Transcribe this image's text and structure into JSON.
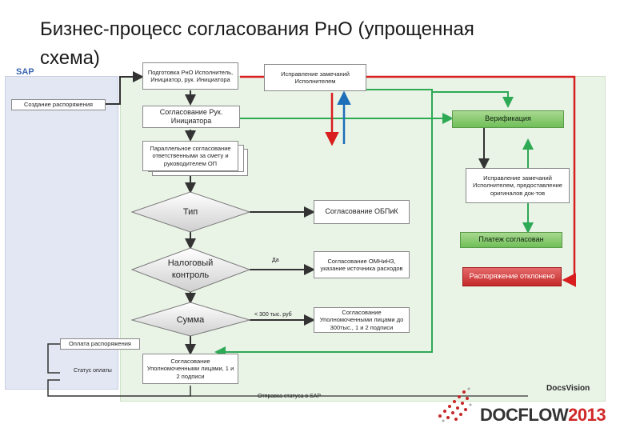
{
  "title_line1": "Бизнес-процесс согласования РнО (упрощенная",
  "title_line2": "схема)",
  "sap_label": "SAP",
  "nodes": {
    "create": "Создание распоряжения",
    "prepare": "Подготовка РнО Исполнитель, Инициатор, рук. Инициатора",
    "fix_remarks": "Исправление замечаний Исполнителем",
    "approve_head": "Согласование Рук. Инициатора",
    "verification": "Верификация",
    "parallel": "Параллельное согласование ответственными за смету и руководителем ОП",
    "fix_originals": "Исправление замечаний Исполнителем, предоставление оригиналов док-тов",
    "type": "Тип",
    "obpik": "Согласование ОБПиК",
    "payment_ok": "Платеж согласован",
    "tax": "Налоговый контроль",
    "yes": "Да",
    "omnzn": "Согласование ОМНиНЗ, указание источника расходов",
    "rejected": "Распоряжение отклонено",
    "sum": "Сумма",
    "lt300": "< 300 тыс. руб",
    "auth_300": "Согласование Уполномоченными лицами до 300тыс., 1 и 2 подписи",
    "pay": "Оплата распоряжения",
    "pay_status": "Статус оплаты",
    "auth_12": "Согласование Уполномоченными лицами, 1 и 2 подписи",
    "send_status": "Отправка статуса в SAP"
  },
  "brand": {
    "docsvision": "DocsVision",
    "docflow": "DOCFLOW",
    "year": "2013"
  },
  "colors": {
    "green_arrow": "#2eaa55",
    "red_arrow": "#d81e1e",
    "blue_arrow": "#1e6fb8",
    "dark_arrow": "#333333"
  }
}
